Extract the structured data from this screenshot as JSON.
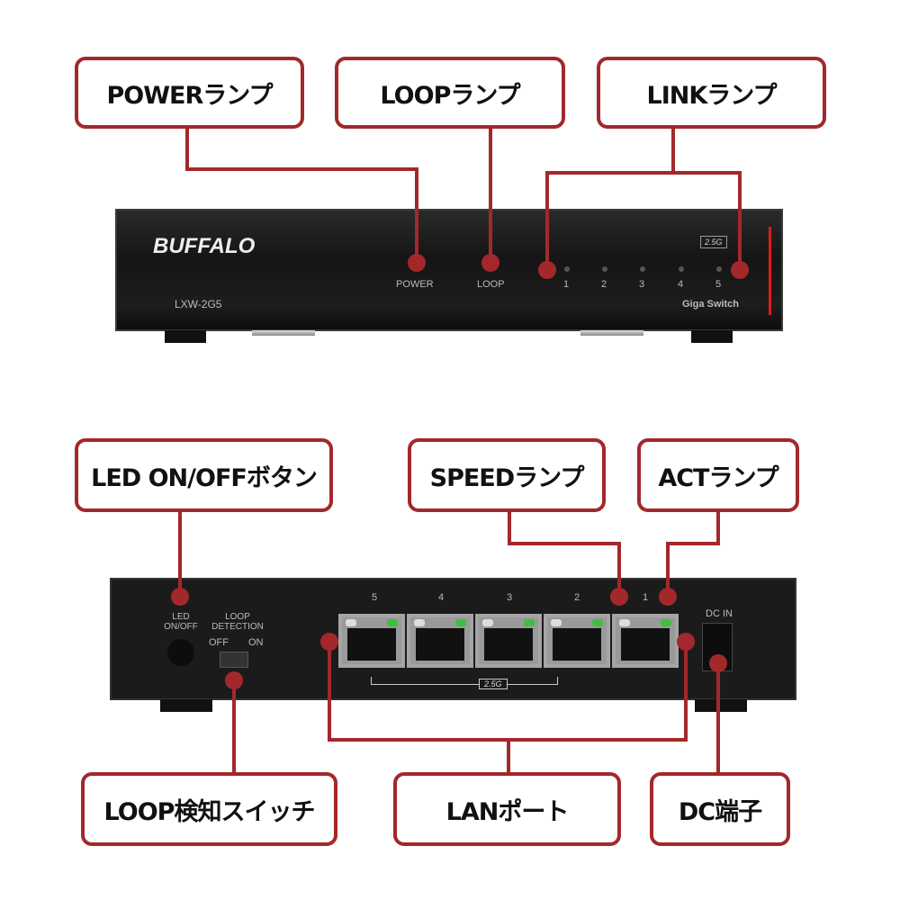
{
  "callouts": {
    "power": "POWERランプ",
    "loop": "LOOPランプ",
    "link": "LINKランプ",
    "led": "LED ON/OFFボタン",
    "speed": "SPEEDランプ",
    "act": "ACTランプ",
    "loop_switch": "LOOP検知スイッチ",
    "lan": "LANポート",
    "dc": "DC端子"
  },
  "front": {
    "brand": "BUFFALO",
    "model": "LXW-2G5",
    "power": "POWER",
    "loop": "LOOP",
    "ports": [
      "1",
      "2",
      "3",
      "4",
      "5"
    ],
    "badge": "2.5G",
    "subtitle": "Giga Switch"
  },
  "back": {
    "led": "LED ON/OFF",
    "loop_detection": "LOOP DETECTION",
    "off": "OFF",
    "on": "ON",
    "ports": [
      "5",
      "4",
      "3",
      "2",
      "1"
    ],
    "badge": "2.5G",
    "dc_in": "DC IN"
  },
  "colors": {
    "accent": "#a3282b"
  }
}
